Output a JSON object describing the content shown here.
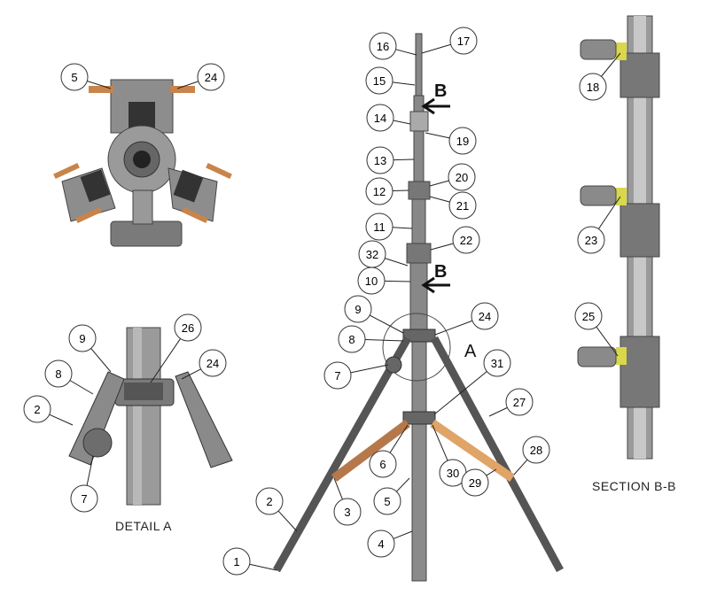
{
  "views": {
    "top_view": {
      "callouts": [
        "5",
        "24"
      ]
    },
    "detail_a": {
      "title": "DETAIL A",
      "callouts": [
        "9",
        "26",
        "8",
        "24",
        "2",
        "7"
      ]
    },
    "main_view": {
      "callouts": [
        "16",
        "17",
        "15",
        "14",
        "19",
        "13",
        "12",
        "20",
        "21",
        "11",
        "22",
        "32",
        "10",
        "9",
        "24",
        "8",
        "7",
        "31",
        "27",
        "6",
        "30",
        "28",
        "3",
        "5",
        "29",
        "2",
        "4",
        "1"
      ],
      "section_mark_top": "B",
      "section_mark_bottom": "B",
      "detail_mark": "A"
    },
    "section_bb": {
      "title": "SECTION B-B",
      "callouts": [
        "18",
        "23",
        "25"
      ]
    }
  },
  "colors": {
    "metal": "#8a8a8a",
    "metal_dark": "#555555",
    "wood": "#c8844a",
    "yellow": "#d8d84a"
  }
}
